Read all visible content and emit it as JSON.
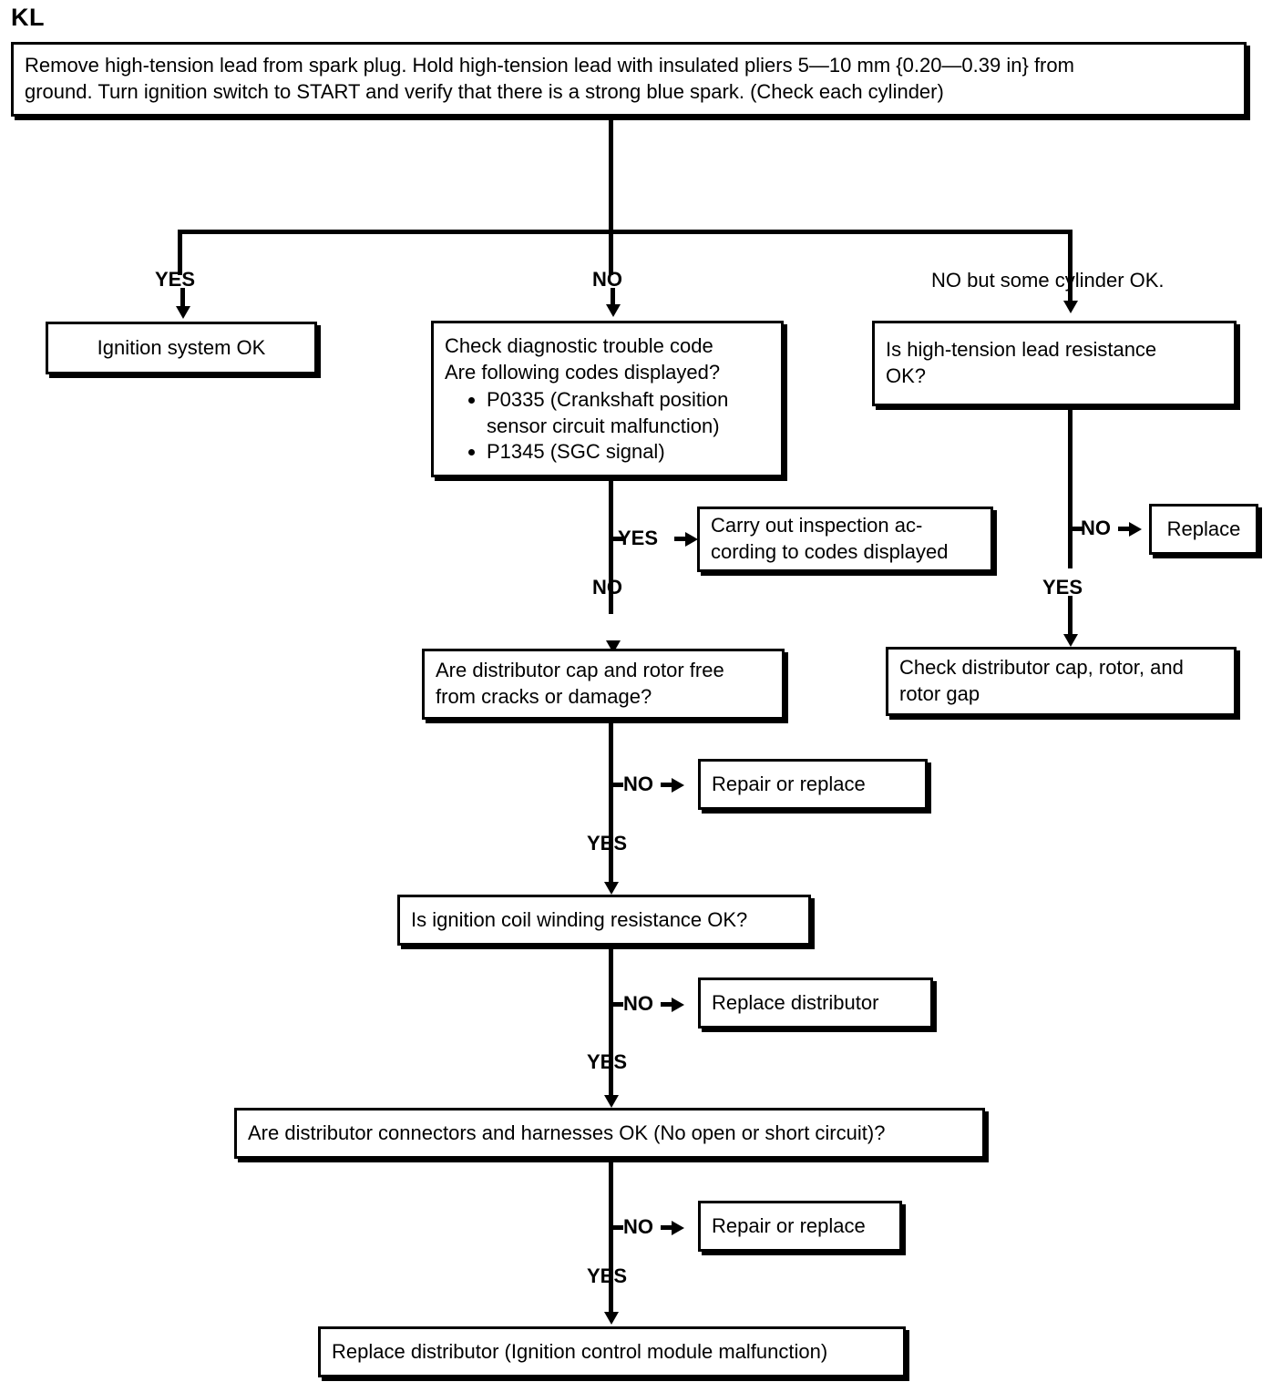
{
  "page": {
    "heading": "KL",
    "title": "Ignition system diagnostic flowchart"
  },
  "nodes": {
    "start": {
      "line1": "Remove high-tension lead from spark plug. Hold high-tension lead with insulated pliers 5—10 mm {0.20—0.39 in} from",
      "line2": "ground. Turn ignition switch to START and verify that there is a strong blue spark. (Check each cylinder)"
    },
    "ignition_ok": "Ignition system OK",
    "check_dtc": {
      "line1": "Check diagnostic trouble code",
      "line2": "Are following codes displayed?",
      "bullets": [
        "P0335 (Crankshaft position sensor circuit malfunction)",
        "P1345 (SGC signal)"
      ]
    },
    "lead_resistance": {
      "line1": "Is high-tension lead resistance",
      "line2": "OK?"
    },
    "carry_out_inspection": {
      "line1": "Carry out inspection ac-",
      "line2": "cording to codes displayed"
    },
    "replace": "Replace",
    "cap_rotor_free": {
      "line1": "Are distributor cap and rotor free",
      "line2": "from cracks or damage?"
    },
    "check_cap_rotor_gap": {
      "line1": "Check distributor cap, rotor, and",
      "line2": "rotor gap"
    },
    "repair_or_replace_1": "Repair or replace",
    "coil_resistance": "Is ignition coil winding resistance OK?",
    "replace_distributor_1": "Replace distributor",
    "connectors_harnesses": "Are distributor connectors and harnesses OK (No open or short circuit)?",
    "repair_or_replace_2": "Repair or replace",
    "final": "Replace distributor (Ignition control module malfunction)"
  },
  "edges": {
    "yes_left": "YES",
    "no_center": "NO",
    "no_some_cylinder": "NO but some cylinder OK.",
    "dtc_yes": "YES",
    "dtc_no": "NO",
    "lead_no": "NO",
    "lead_yes": "YES",
    "cap_no": "NO",
    "cap_yes": "YES",
    "coil_no": "NO",
    "coil_yes": "YES",
    "harness_no": "NO",
    "harness_yes": "YES"
  },
  "colors": {
    "ink": "#000000",
    "paper": "#ffffff"
  }
}
